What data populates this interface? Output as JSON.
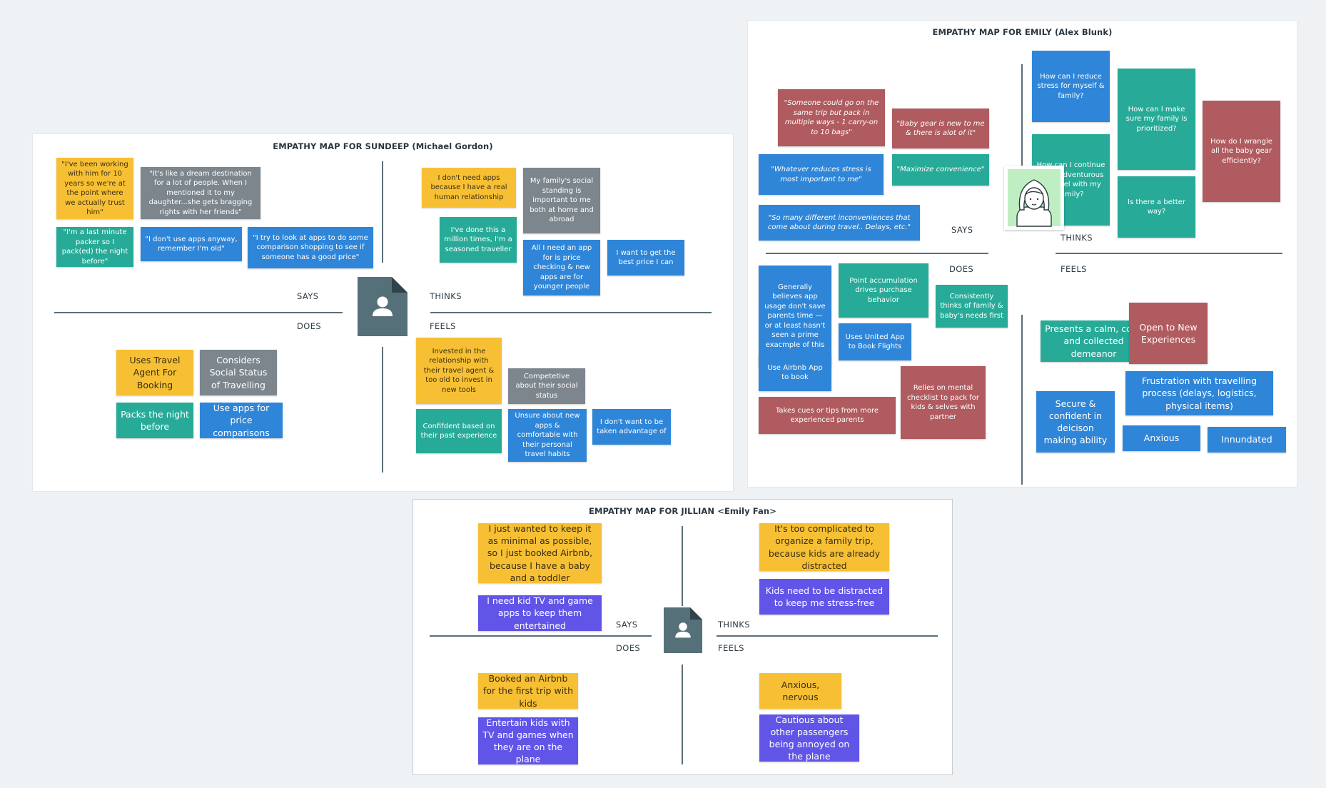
{
  "colors": {
    "yellow": "#f7c034",
    "gray": "#7d868d",
    "teal": "#27ab98",
    "blue": "#2f86d8",
    "red": "#b05b5f",
    "purple": "#6155e8",
    "doc_icon": "#56707a"
  },
  "quadrant_labels": {
    "says": "SAYS",
    "thinks": "THINKS",
    "does": "DOES",
    "feels": "FEELS"
  },
  "sundeep": {
    "title": "EMPATHY MAP FOR SUNDEEP (Michael Gordon)",
    "says": [
      "\"I've been working with him for 10 years so we're at the point where we actually trust him\"",
      "\"It's like a dream destination for a lot of people. When I mentioned it to my daughter...she gets bragging rights with her friends\"",
      "\"I'm a last minute packer so I pack(ed) the night before\"",
      "\"I don't use apps anyway, remember I'm old\"",
      "\"I try to look at apps to do some comparison shopping to see if someone has a good price\""
    ],
    "thinks": [
      "I don't need apps because I have a real human relationship",
      "My family's social standing is important to me both at home and abroad",
      "I've done this a million times, I'm a seasoned traveller",
      "All I need an app for is price checking & new apps are for younger people",
      "I want to get the best price I can"
    ],
    "does": [
      "Uses Travel Agent For Booking",
      "Considers Social Status of Travelling",
      "Packs the night before",
      "Use apps for price comparisons"
    ],
    "feels": [
      "Invested in the relationship with their travel agent & too old to invest in new tools",
      "Competetive about their social status",
      "Confifdent based on their past experience",
      "Unsure about new apps & comfortable with their personal travel habits",
      "I don't want to be taken advantage of"
    ]
  },
  "emily": {
    "title": "EMPATHY MAP FOR EMILY (Alex Blunk)",
    "says": [
      "\"Someone could go on the same trip but pack in multiple ways - 1 carry-on  to 10 bags\"",
      "\"Baby gear is new to me & there is alot of it\"",
      "\"Whatever reduces stress is most important to me\"",
      "\"Maximize convenience\"",
      "\"So many different inconveniences that come about during travel.. Delays, etc.\""
    ],
    "thinks": [
      "How can I reduce stress for myself & family?",
      "How can I make sure my family is prioritized?",
      "How do I wrangle all the baby gear efficiently?",
      "How can I continue to be adventurous in travel with my family?",
      "Is there a better way?"
    ],
    "does": [
      "Generally believes app usage don't save parents time — or at least hasn't seen a prime exacmple of this",
      "Point accumulation drives purchase behavior",
      "Consistently thinks of family & baby's needs first",
      "Uses United App to Book Flights",
      "Use Airbnb App to book",
      "Relies on mental checklist to pack for kids & selves with partner",
      "Takes cues or tips from more experienced parents"
    ],
    "feels": [
      "Presents a calm, cool, and collected demeanor",
      "Open to New Experiences",
      "Frustration with travelling process (delays, logistics, physical items)",
      "Secure & confident in deicison making ability",
      "Anxious",
      "Innundated"
    ]
  },
  "jillian": {
    "title": "EMPATHY MAP FOR JILLIAN <Emily Fan>",
    "says": [
      "I just wanted to keep it as minimal as possible, so I just booked Airbnb, because I have a baby and a toddler",
      "I need kid TV and game apps to keep them entertained"
    ],
    "thinks": [
      "It's too complicated to organize a family trip, because kids are already distracted",
      "Kids need to be distracted to keep me stress-free"
    ],
    "does": [
      "Booked an Airbnb for the first trip with kids",
      "Entertain kids with TV and games when they are on the plane"
    ],
    "feels": [
      "Anxious, nervous",
      "Cautious about other passengers being annoyed on the plane"
    ]
  }
}
